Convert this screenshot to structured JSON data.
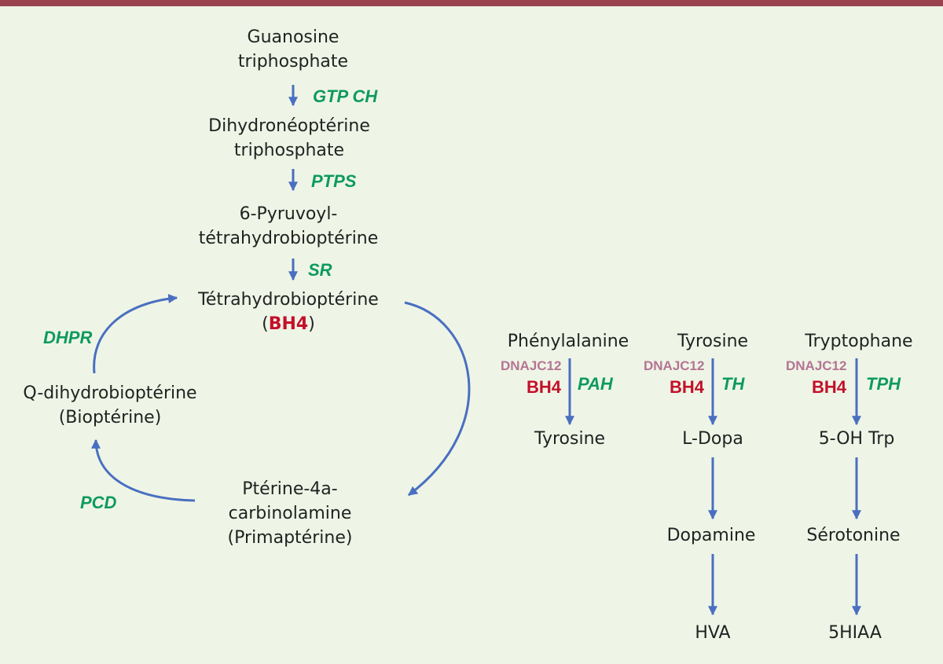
{
  "synthesis": {
    "gtp_line1": "Guanosine",
    "gtp_line2": "triphosphate",
    "enzyme_gtpch": "GTP CH",
    "dhnp_line1": "Dihydronéoptérine",
    "dhnp_line2": "triphosphate",
    "enzyme_ptps": "PTPS",
    "ptp_line1": "6-Pyruvoyl-",
    "ptp_line2": "tétrahydrobioptérine",
    "enzyme_sr": "SR",
    "bh4_name": "Tétrahydrobioptérine",
    "bh4_open": "(",
    "bh4_abbr": "BH4",
    "bh4_close": ")"
  },
  "cycle": {
    "enzyme_dhpr": "DHPR",
    "qdh_line1": "Q-dihydrobioptérine",
    "qdh_line2": "(Bioptérine)",
    "enzyme_pcd": "PCD",
    "pca_line1": "Ptérine-4a-",
    "pca_line2": "carbinolamine",
    "pca_line3": "(Primaptérine)"
  },
  "pathways": [
    {
      "substrate": "Phénylalanine",
      "cochaperone": "DNAJC12",
      "cofactor": "BH4",
      "enzyme": "PAH",
      "product": "Tyrosine"
    },
    {
      "substrate": "Tyrosine",
      "cochaperone": "DNAJC12",
      "cofactor": "BH4",
      "enzyme": "TH",
      "product": "L-Dopa",
      "next1": "Dopamine",
      "next2": "HVA"
    },
    {
      "substrate": "Tryptophane",
      "cochaperone": "DNAJC12",
      "cofactor": "BH4",
      "enzyme": "TPH",
      "product": "5-OH Trp",
      "next1": "Sérotonine",
      "next2": "5HIAA"
    }
  ],
  "colors": {
    "arrow": "#4a6fc1",
    "enzyme": "#0e9a5e",
    "cofactor": "#c4102a",
    "cochaperone": "#b57494",
    "topbar": "#9b4250",
    "background": "#eef5e6"
  }
}
